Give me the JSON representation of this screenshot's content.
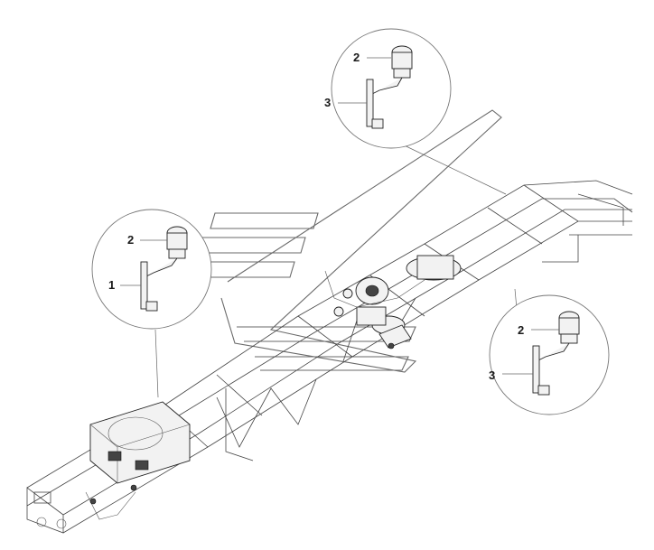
{
  "callouts": [
    {
      "id": "top",
      "labels": [
        "2",
        "3"
      ]
    },
    {
      "id": "left",
      "labels": [
        "2",
        "1"
      ]
    },
    {
      "id": "right",
      "labels": [
        "2",
        "3"
      ]
    }
  ],
  "colors": {
    "line": "#444444",
    "background": "#ffffff"
  }
}
